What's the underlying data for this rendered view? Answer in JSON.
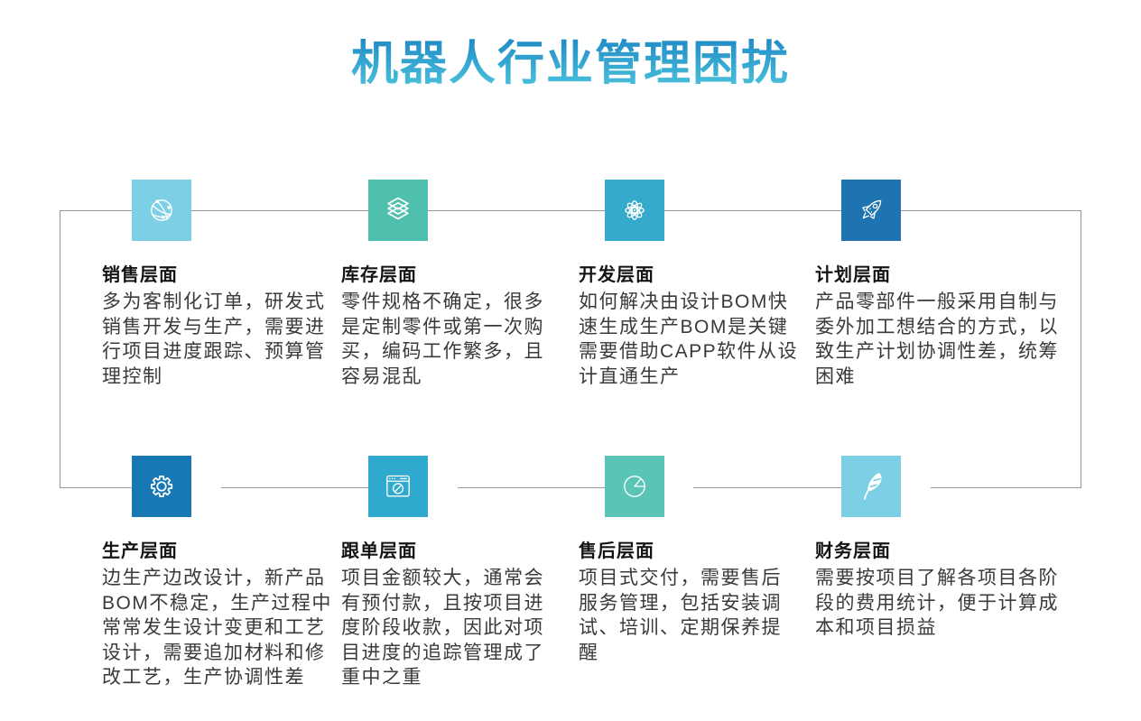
{
  "page": {
    "title": "机器人行业管理困扰",
    "title_gradient_top": "#1E88C5",
    "title_gradient_bottom": "#4FC6DD",
    "connector_color": "#999999",
    "background": "#ffffff"
  },
  "items": [
    {
      "id": "sales",
      "row": 1,
      "col": 1,
      "icon": "globe-network-icon",
      "icon_bg": "#7CCFE4",
      "title": "销售层面",
      "body": "多为客制化订单，研发式\n销售开发与生产，需要进\n行项目进度跟踪、预算管\n理控制"
    },
    {
      "id": "inventory",
      "row": 1,
      "col": 2,
      "icon": "layers-icon",
      "icon_bg": "#4FC0AE",
      "title": "库存层面",
      "body": "零件规格不确定，很多\n是定制零件或第一次购\n买，编码工作繁多，且\n容易混乱"
    },
    {
      "id": "development",
      "row": 1,
      "col": 3,
      "icon": "atom-icon",
      "icon_bg": "#36AACC",
      "title": "开发层面",
      "body": "如何解决由设计BOM快\n速生成生产BOM是关键\n需要借助CAPP软件从设\n计直通生产"
    },
    {
      "id": "planning",
      "row": 1,
      "col": 4,
      "icon": "rocket-icon",
      "icon_bg": "#1D74B0",
      "title": "计划层面",
      "body": "产品零部件一般采用自制与\n委外加工想结合的方式，以\n致生产计划协调性差，统筹\n困难"
    },
    {
      "id": "production",
      "row": 2,
      "col": 1,
      "icon": "gear-icon",
      "icon_bg": "#1878B5",
      "title": "生产层面",
      "body": "边生产边改设计，新产品\nBOM不稳定，生产过程中\n常常发生设计变更和工艺\n设计，需要追加材料和修\n改工艺，生产协调性差"
    },
    {
      "id": "order-tracking",
      "row": 2,
      "col": 2,
      "icon": "browser-compass-icon",
      "icon_bg": "#2FA9CE",
      "title": "跟单层面",
      "body": "项目金额较大，通常会\n有预付款，且按项目进\n度阶段收款，因此对项\n目进度的追踪管理成了\n重中之重"
    },
    {
      "id": "after-sales",
      "row": 2,
      "col": 3,
      "icon": "pie-chart-icon",
      "icon_bg": "#5AC4B7",
      "title": "售后层面",
      "body": "项目式交付，需要售后\n服务管理，包括安装调\n试、培训、定期保养提\n醒"
    },
    {
      "id": "finance",
      "row": 2,
      "col": 4,
      "icon": "feather-icon",
      "icon_bg": "#7CCFE4",
      "title": "财务层面",
      "body": "需要按项目了解各项目各阶\n段的费用统计，便于计算成\n本和项目损益"
    }
  ]
}
